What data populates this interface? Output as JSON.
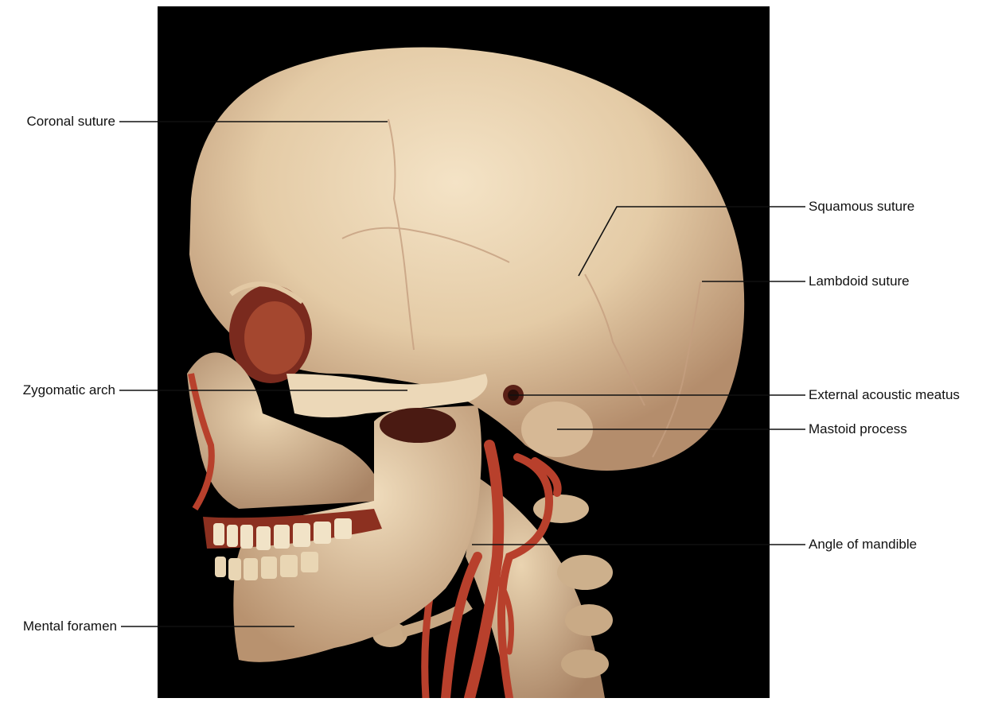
{
  "labels": {
    "coronal_suture": "Coronal suture",
    "zygomatic_arch": "Zygomatic arch",
    "mental_foramen": "Mental foramen",
    "squamous_suture": "Squamous suture",
    "lambdoid_suture": "Lambdoid suture",
    "external_acoustic_meatus": "External acoustic meatus",
    "mastoid_process": "Mastoid process",
    "angle_of_mandible": "Angle of mandible"
  },
  "colors": {
    "background": "#000000",
    "bone": "#e6cfae",
    "bone_shadow": "#b58d6d",
    "vessels": "#b8402c",
    "leader_lines": "#111111"
  }
}
